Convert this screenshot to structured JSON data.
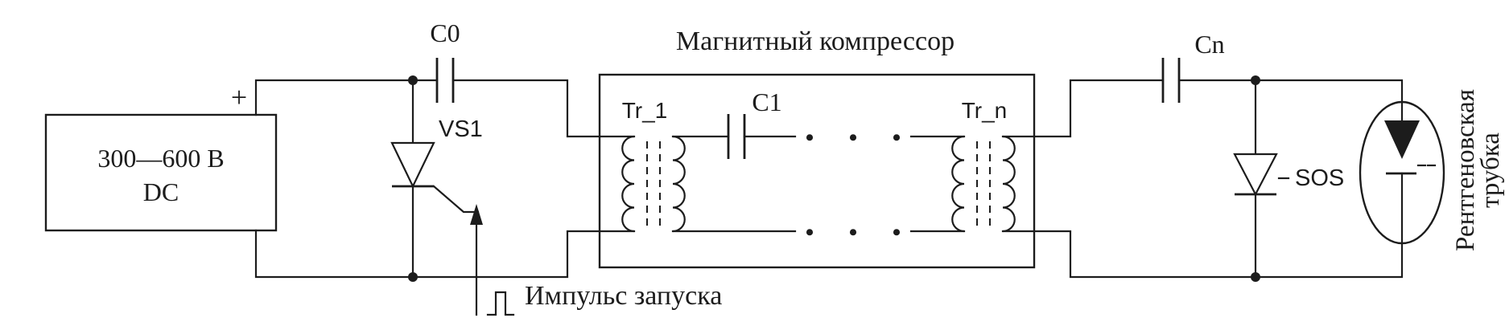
{
  "diagram": {
    "power_supply": {
      "polarity": "+",
      "voltage": "300—600 В",
      "type": "DC"
    },
    "input_capacitor_label": "C0",
    "thyristor_label": "VS1",
    "trigger_label": "Импульс запуска",
    "compressor": {
      "title": "Магнитный компрессор",
      "first_transformer_label": "Tr_1",
      "capacitor_label": "C1",
      "ellipsis": "• • •",
      "last_transformer_label": "Tr_n"
    },
    "output_capacitor_label": "Cn",
    "diode_label": "SOS",
    "xray_tube": {
      "label_line1": "Рентгеновская",
      "label_line2": "трубка"
    }
  },
  "colors": {
    "line": "#1c1c1c",
    "background": "#ffffff"
  }
}
